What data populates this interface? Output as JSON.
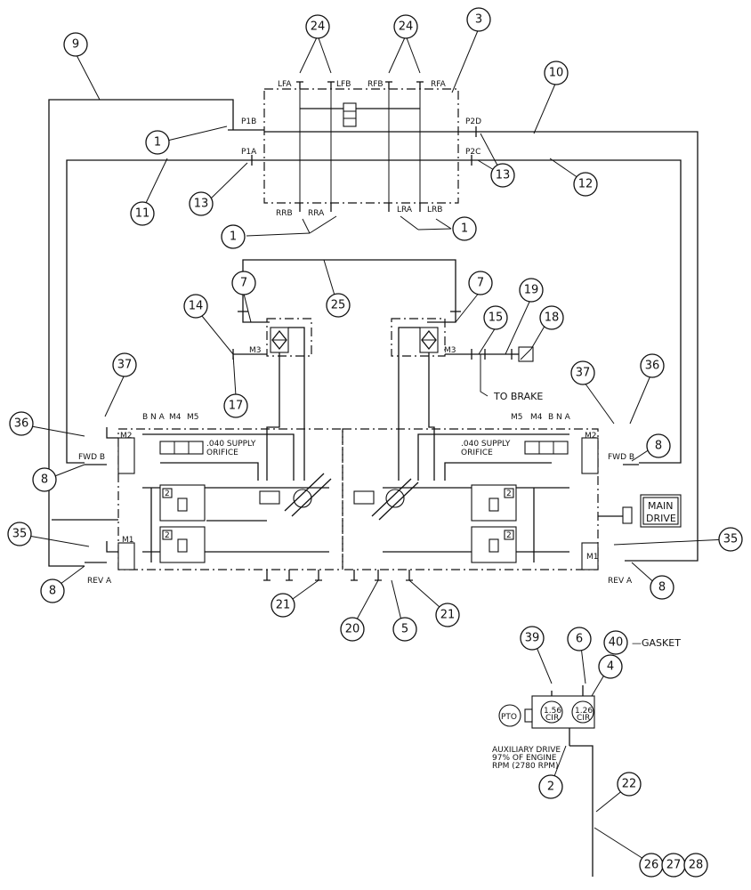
{
  "balloons": [
    {
      "id": "b9",
      "text": "9"
    },
    {
      "id": "b24a",
      "text": "24"
    },
    {
      "id": "b24b",
      "text": "24"
    },
    {
      "id": "b3",
      "text": "3"
    },
    {
      "id": "b10",
      "text": "10"
    },
    {
      "id": "b1a",
      "text": "1"
    },
    {
      "id": "b13a",
      "text": "13"
    },
    {
      "id": "b11",
      "text": "11"
    },
    {
      "id": "b13b",
      "text": "13"
    },
    {
      "id": "b12",
      "text": "12"
    },
    {
      "id": "b1b",
      "text": "1"
    },
    {
      "id": "b1c",
      "text": "1"
    },
    {
      "id": "b7a",
      "text": "7"
    },
    {
      "id": "b25",
      "text": "25"
    },
    {
      "id": "b7b",
      "text": "7"
    },
    {
      "id": "b14",
      "text": "14"
    },
    {
      "id": "b15",
      "text": "15"
    },
    {
      "id": "b19",
      "text": "19"
    },
    {
      "id": "b18",
      "text": "18"
    },
    {
      "id": "b37a",
      "text": "37"
    },
    {
      "id": "b17",
      "text": "17"
    },
    {
      "id": "b37b",
      "text": "37"
    },
    {
      "id": "b36a",
      "text": "36"
    },
    {
      "id": "b36b",
      "text": "36"
    },
    {
      "id": "b8a",
      "text": "8"
    },
    {
      "id": "b8b",
      "text": "8"
    },
    {
      "id": "b35a",
      "text": "35"
    },
    {
      "id": "b35b",
      "text": "35"
    },
    {
      "id": "b8c",
      "text": "8"
    },
    {
      "id": "b8d",
      "text": "8"
    },
    {
      "id": "b21a",
      "text": "21"
    },
    {
      "id": "b20",
      "text": "20"
    },
    {
      "id": "b5",
      "text": "5"
    },
    {
      "id": "b21b",
      "text": "21"
    },
    {
      "id": "b39",
      "text": "39"
    },
    {
      "id": "b6",
      "text": "6"
    },
    {
      "id": "b40",
      "text": "40"
    },
    {
      "id": "b4",
      "text": "4"
    },
    {
      "id": "b2",
      "text": "2"
    },
    {
      "id": "b22",
      "text": "22"
    },
    {
      "id": "b26",
      "text": "26"
    },
    {
      "id": "b27",
      "text": "27"
    },
    {
      "id": "b28",
      "text": "28"
    }
  ],
  "ports": {
    "lfa": "LFA",
    "lfb": "LFB",
    "rfb": "RFB",
    "rfa": "RFA",
    "p1b": "P1B",
    "p1a": "P1A",
    "p2d": "P2D",
    "p2c": "P2C",
    "rrb": "RRB",
    "rra": "RRA",
    "lra": "LRA",
    "lrb": "LRB",
    "m3_left": "M3",
    "m3_right": "M3",
    "m2_left": "M2",
    "m2_right": "M2",
    "m1_left": "M1",
    "m1_right": "M1",
    "m4_left": "M4",
    "m5_left": "M5",
    "m5_right": "M5",
    "m4_right": "M4",
    "bna_left": "B N A",
    "bna_right": "B N A",
    "fwd_b_left": "FWD B",
    "fwd_b_right": "FWD B",
    "rev_a_left": "REV A",
    "rev_a_right": "REV A"
  },
  "notes": {
    "to_brake": "TO BRAKE",
    "supply_left_1": ".040 SUPPLY",
    "supply_left_2": "ORIFICE",
    "supply_right_1": ".040 SUPPLY",
    "supply_right_2": "ORIFICE",
    "main_drive_1": "MAIN",
    "main_drive_2": "DRIVE",
    "gasket": "—GASKET",
    "pto": "PTO",
    "aux_1": "AUXILIARY DRIVE",
    "aux_2": "97% OF ENGINE",
    "aux_3": "RPM (2780 RPM)",
    "pump_l": "1.56",
    "pump_l2": "CIR",
    "pump_r": "1.26",
    "pump_r2": "CIR",
    "box2": "2"
  }
}
